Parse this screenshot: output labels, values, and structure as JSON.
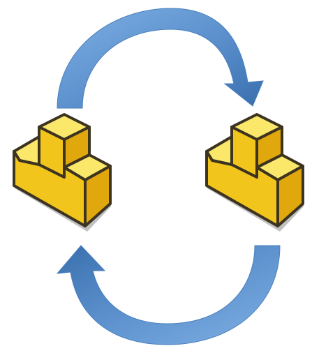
{
  "diagram": {
    "colors": {
      "background": "#ffffff",
      "arrow_fill": "#5a8fcc",
      "arrow_dark": "#3a6fae",
      "arrow_light": "#7fb0e3",
      "block_top": "#fbe86a",
      "block_front": "#f2c51c",
      "block_side": "#e0a80c",
      "block_outline": "#3c3320",
      "block_shadow": "#9a9a9a"
    },
    "blocks": [
      {
        "name": "left-block",
        "icon": "l-shaped-3d-block-icon"
      },
      {
        "name": "right-block",
        "icon": "l-shaped-3d-block-icon"
      }
    ],
    "arrows": [
      {
        "name": "top-curved-arrow",
        "direction": "clockwise-left-to-right"
      },
      {
        "name": "bottom-curved-arrow",
        "direction": "clockwise-right-to-left"
      }
    ]
  }
}
